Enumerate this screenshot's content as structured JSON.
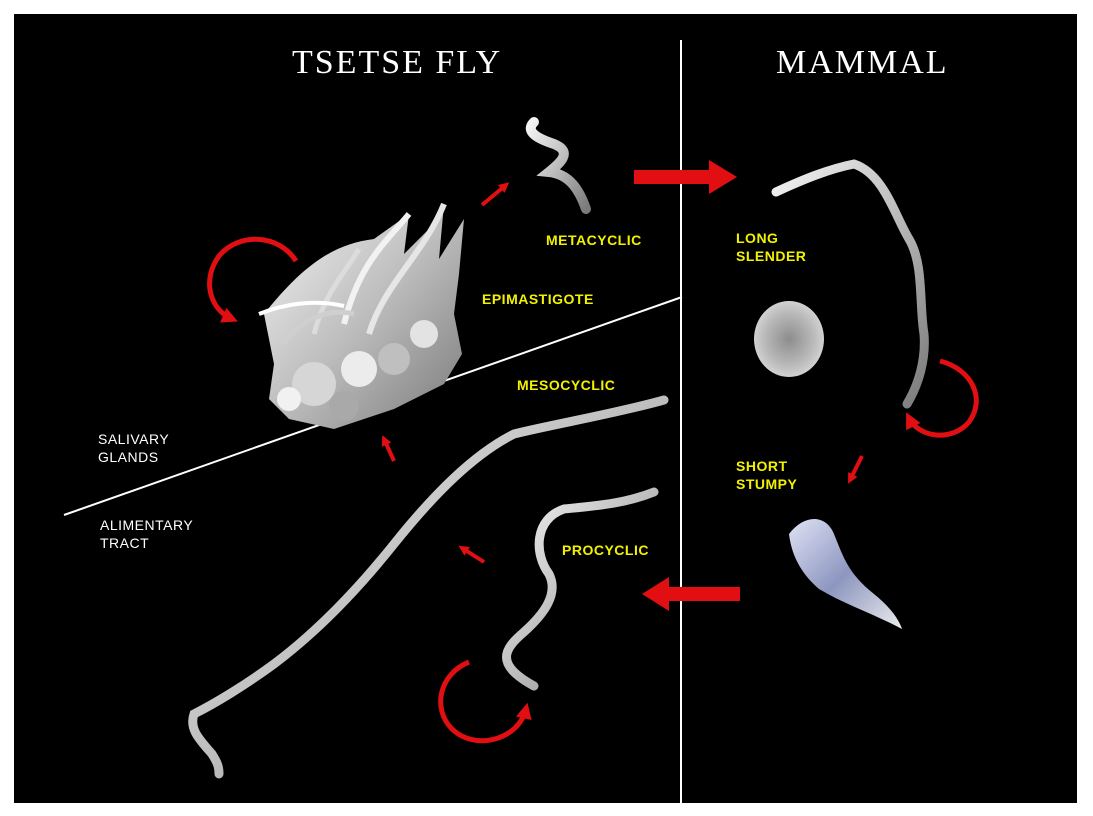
{
  "headers": {
    "left": "TSETSE FLY",
    "right": "MAMMAL"
  },
  "stages": {
    "metacyclic": "METACYCLIC",
    "epimastigote": "EPIMASTIGOTE",
    "mesocyclic": "MESOCYCLIC",
    "procyclic": "PROCYCLIC",
    "long_slender": "LONG\nSLENDER",
    "short_stumpy": "SHORT\nSTUMPY"
  },
  "regions": {
    "salivary_glands": "SALIVARY\nGLANDS",
    "alimentary_tract": "ALIMENTARY\nTRACT"
  },
  "colors": {
    "background": "#000000",
    "arrow": "#e10f12",
    "label_yellow": "#f2f200",
    "text_white": "#ffffff"
  }
}
